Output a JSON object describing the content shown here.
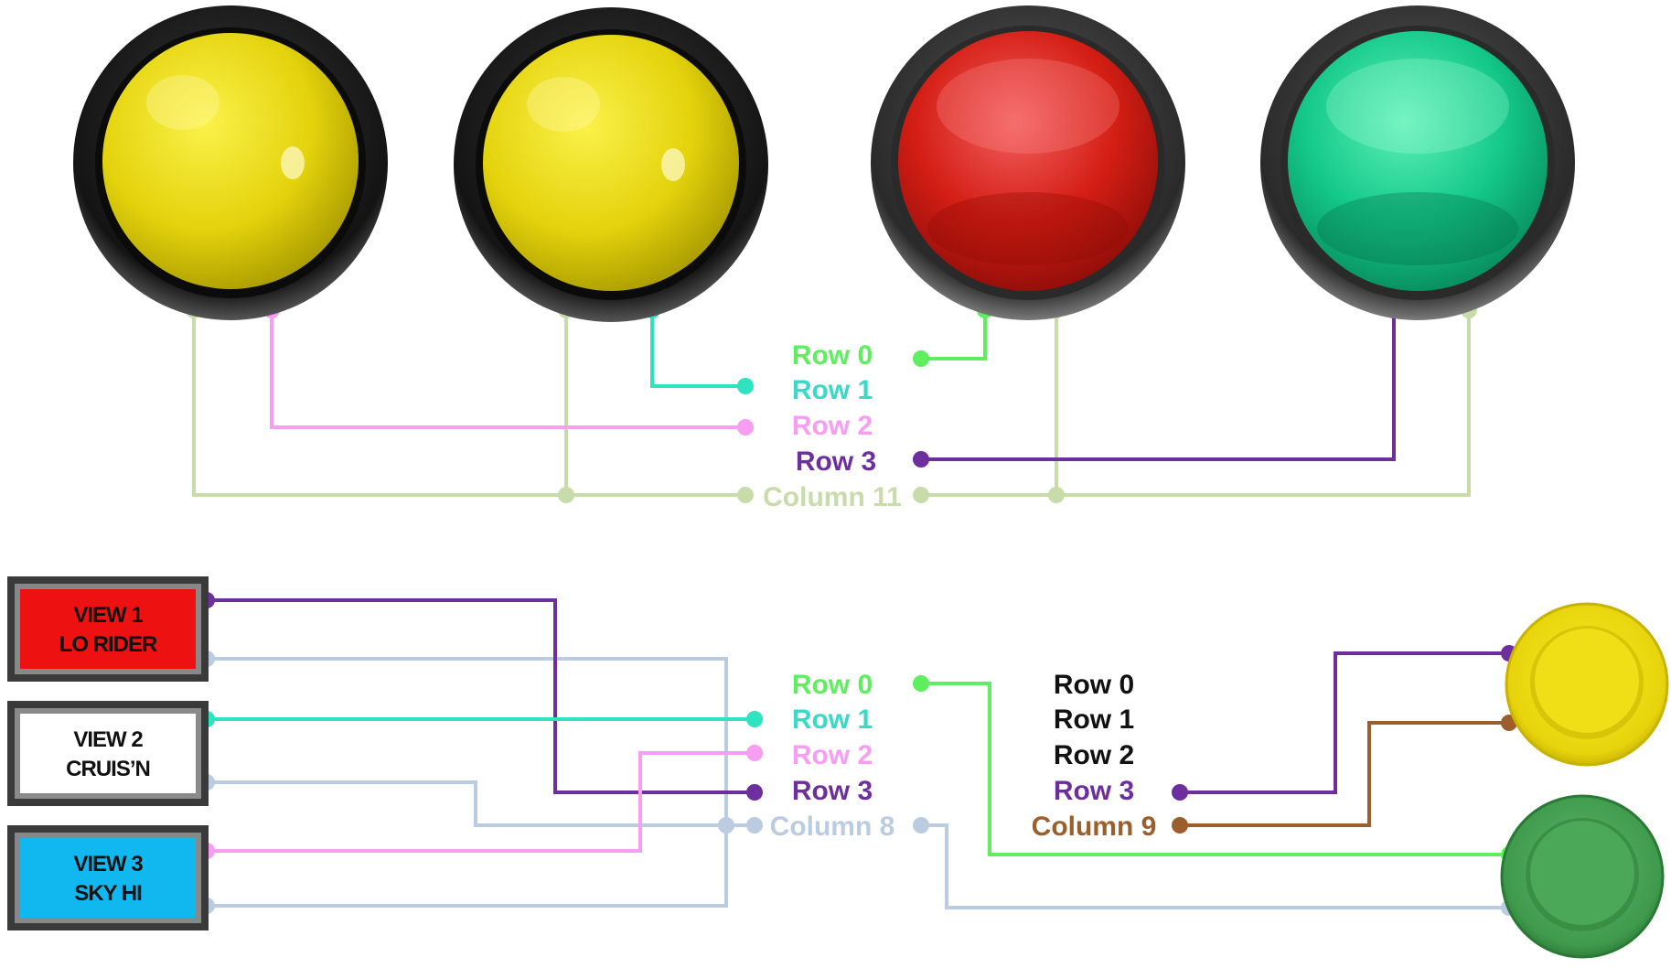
{
  "colors": {
    "row0": "#5fee5f",
    "row1": "#2de3c0",
    "row2": "#f79ef2",
    "row3": "#6e2f9e",
    "col11": "#c8dcaa",
    "col8": "#bccce0",
    "col9": "#9c5f2c",
    "black": "#111111"
  },
  "top_group": {
    "labels": {
      "row0": "Row 0",
      "row1": "Row 1",
      "row2": "Row 2",
      "row3": "Row 3",
      "column": "Column 11"
    },
    "buttons": [
      {
        "name": "yellow-dome-button-1",
        "color": "yellow"
      },
      {
        "name": "yellow-dome-button-2",
        "color": "yellow"
      },
      {
        "name": "red-dome-button",
        "color": "red"
      },
      {
        "name": "green-dome-button",
        "color": "green"
      }
    ]
  },
  "bottom_group": {
    "left_labels": {
      "row0": "Row 0",
      "row1": "Row 1",
      "row2": "Row 2",
      "row3": "Row 3",
      "column": "Column 8"
    },
    "right_labels": {
      "row0": "Row 0",
      "row1": "Row 1",
      "row2": "Row 2",
      "row3": "Row 3",
      "column": "Column 9"
    },
    "view_buttons": [
      {
        "line1": "VIEW 1",
        "line2": "LO RIDER",
        "color": "#ee1111"
      },
      {
        "line1": "VIEW 2",
        "line2": "CRUIS’N",
        "color": "#ffffff"
      },
      {
        "line1": "VIEW 3",
        "line2": "SKY HI",
        "color": "#11b8f0"
      }
    ],
    "round_buttons": [
      {
        "name": "yellow-round-button",
        "color": "yellow"
      },
      {
        "name": "green-round-button",
        "color": "green"
      }
    ]
  }
}
